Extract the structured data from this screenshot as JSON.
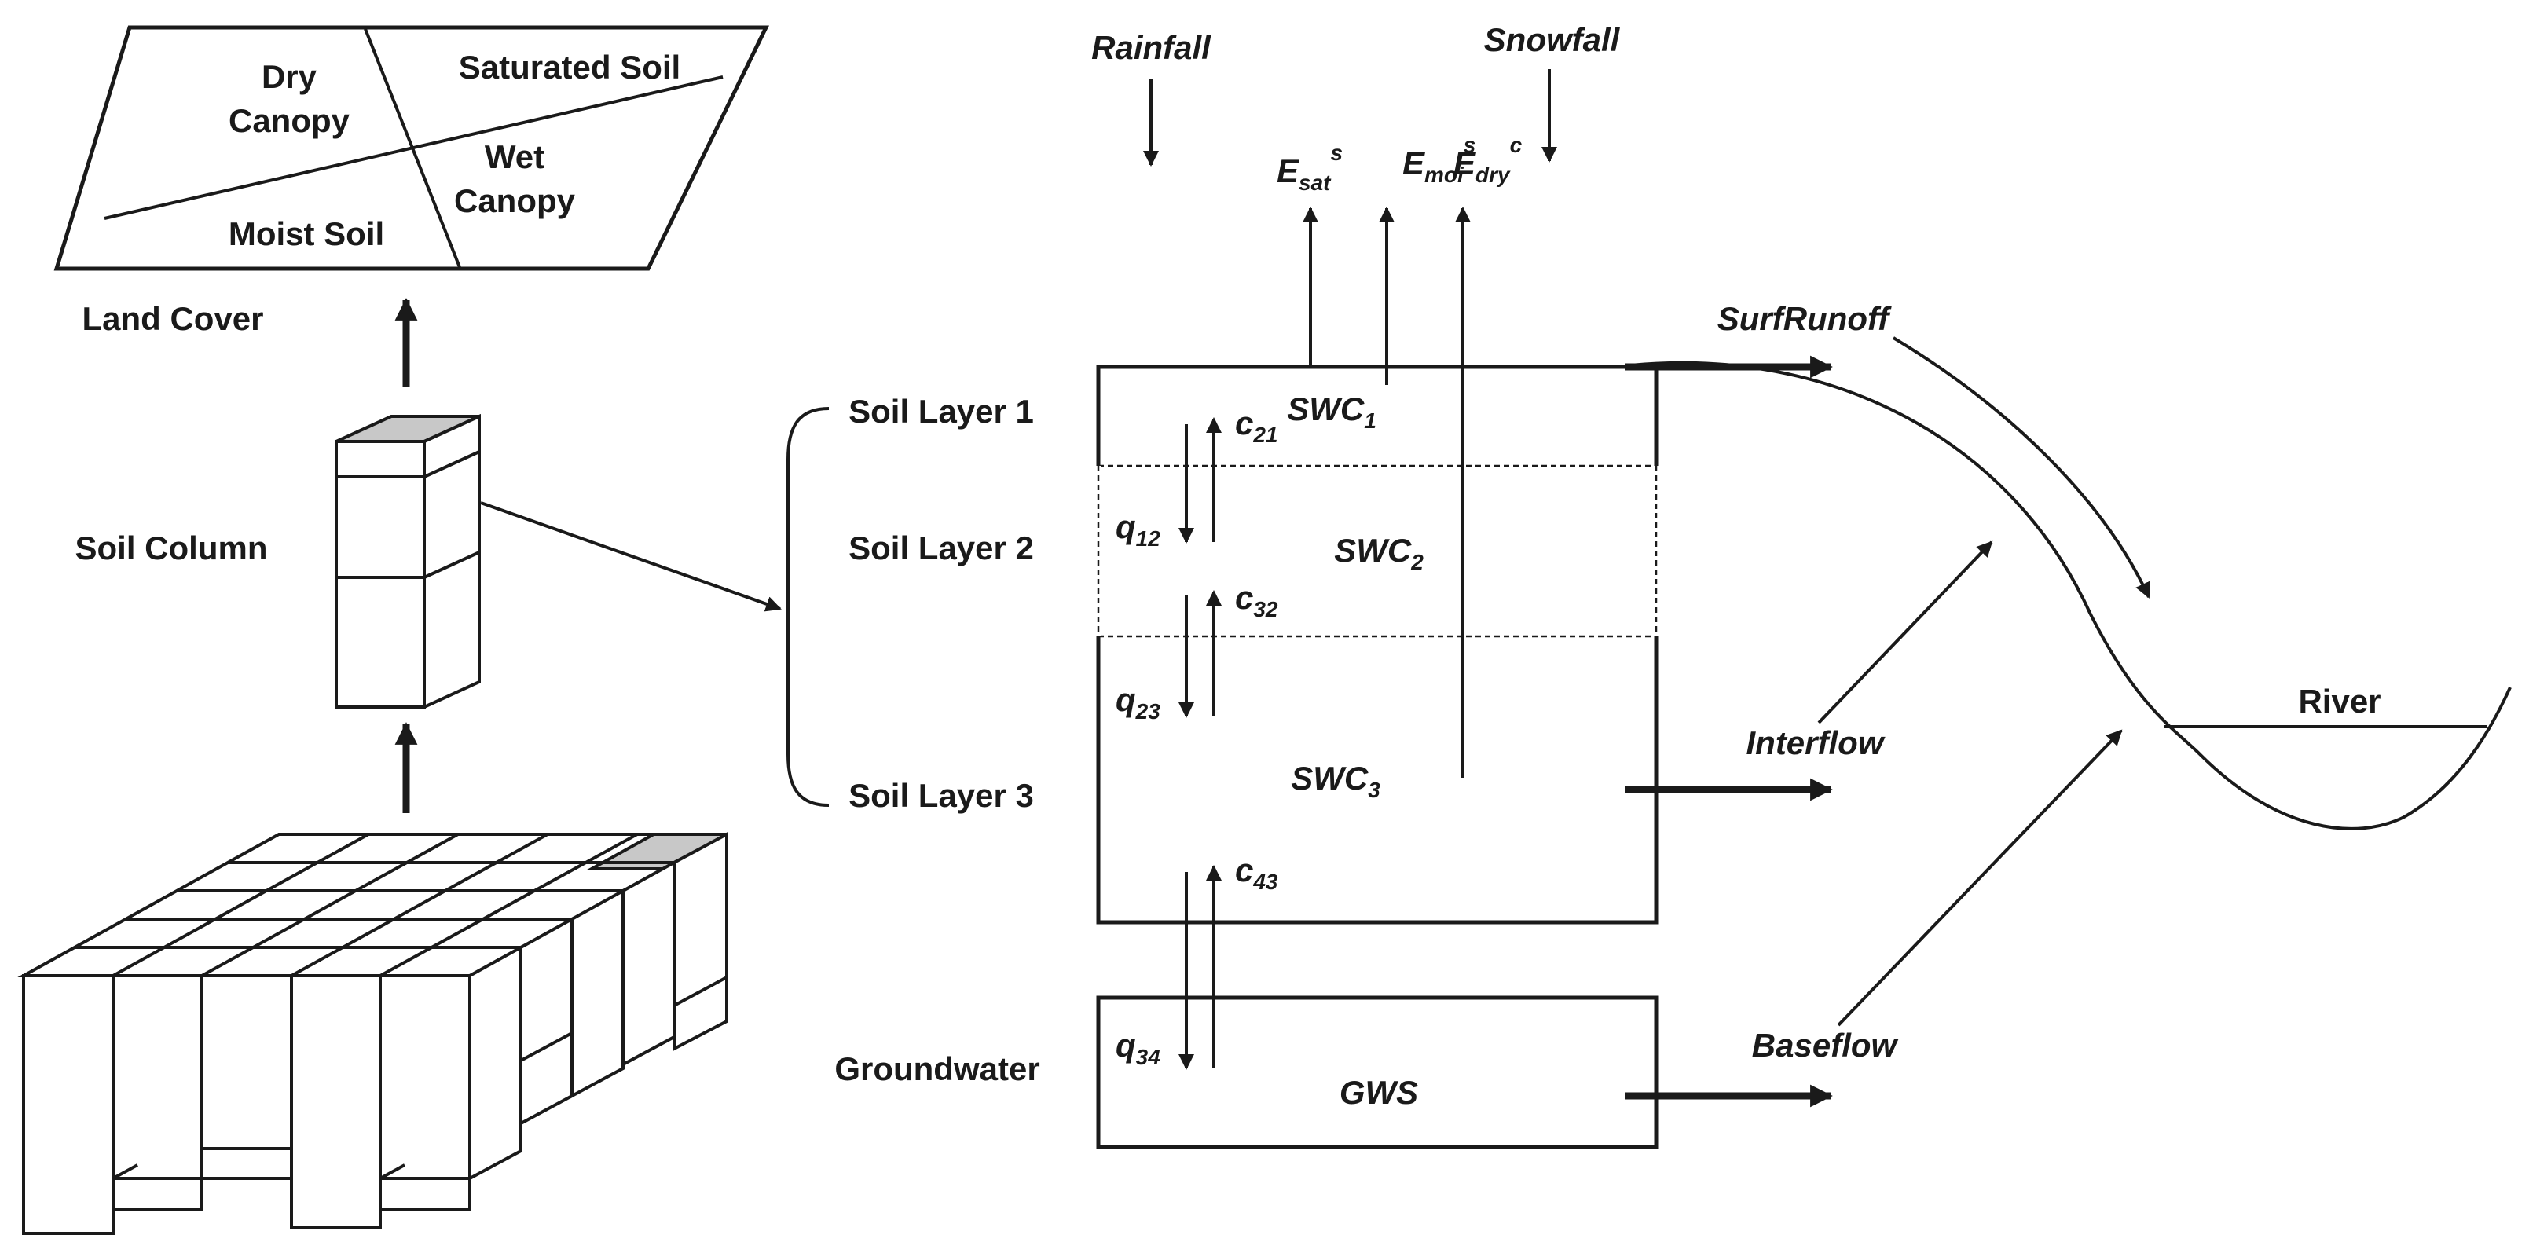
{
  "land_cover": {
    "title": "Land Cover",
    "dry_canopy_1": "Dry",
    "dry_canopy_2": "Canopy",
    "saturated_soil": "Saturated Soil",
    "wet_canopy_1": "Wet",
    "wet_canopy_2": "Canopy",
    "moist_soil": "Moist Soil"
  },
  "soil_column_label": "Soil Column",
  "layers": {
    "layer1": "Soil Layer 1",
    "layer2": "Soil Layer 2",
    "layer3": "Soil Layer 3",
    "groundwater": "Groundwater"
  },
  "inputs": {
    "rainfall": "Rainfall",
    "snowfall": "Snowfall"
  },
  "evaporation": {
    "e1_base": "E",
    "e1_sub": "sat",
    "e1_sup": "s",
    "e2_base": "E",
    "e2_sub": "moi",
    "e2_sup": "s",
    "e3_base": "E",
    "e3_sub": "dry",
    "e3_sup": "c"
  },
  "storages": {
    "swc1_base": "SWC",
    "swc1_sub": "1",
    "swc2_base": "SWC",
    "swc2_sub": "2",
    "swc3_base": "SWC",
    "swc3_sub": "3",
    "gws": "GWS"
  },
  "fluxes": {
    "c21_base": "c",
    "c21_sub": "21",
    "q12_base": "q",
    "q12_sub": "12",
    "c32_base": "c",
    "c32_sub": "32",
    "q23_base": "q",
    "q23_sub": "23",
    "c43_base": "c",
    "c43_sub": "43",
    "q34_base": "q",
    "q34_sub": "34"
  },
  "runoff": {
    "surface": "SurfRunoff",
    "interflow": "Interflow",
    "baseflow": "Baseflow",
    "river": "River"
  },
  "colors": {
    "line": "#1a1a1a",
    "shade": "#c8c8c8",
    "background": "#ffffff"
  }
}
